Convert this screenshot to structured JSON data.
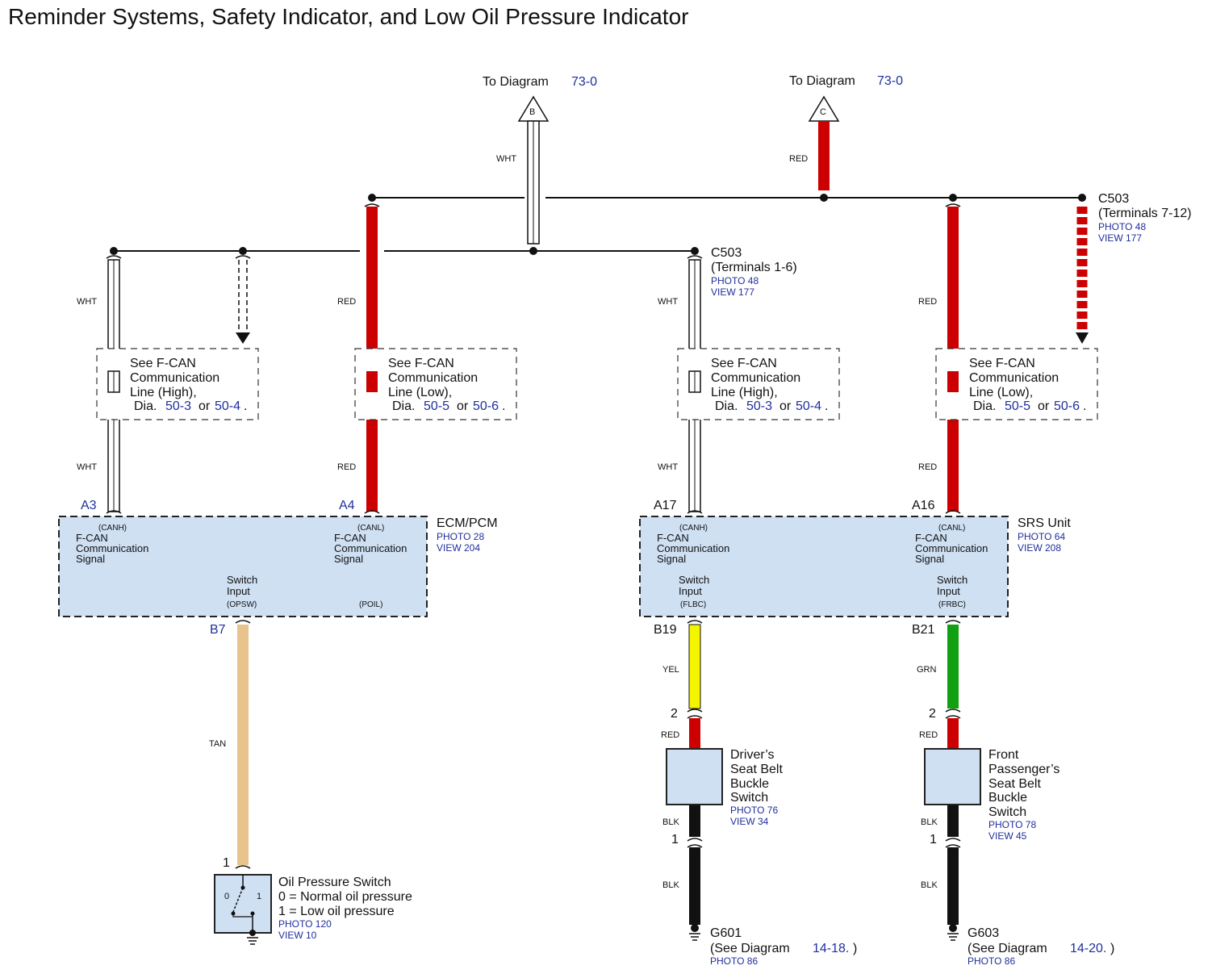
{
  "title": "Reminder Systems, Safety Indicator, and Low Oil Pressure Indicator",
  "to_diagram": [
    {
      "prefix": "To  Diagram",
      "ref": "73-0",
      "arrow": "B"
    },
    {
      "prefix": "To  Diagram",
      "ref": "73-0",
      "arrow": "C"
    }
  ],
  "connectors": {
    "c503_a": {
      "name": "C503",
      "terminals": "(Terminals 7-12)",
      "photo": "PHOTO 48",
      "view": "VIEW 177"
    },
    "c503_b": {
      "name": "C503",
      "terminals": "(Terminals 1-6)",
      "photo": "PHOTO 48",
      "view": "VIEW 177"
    }
  },
  "wire_labels": {
    "wht": "WHT",
    "red": "RED",
    "tan": "TAN",
    "yel": "YEL",
    "grn": "GRN",
    "blk": "BLK"
  },
  "notes": [
    {
      "l1": "See F-CAN",
      "l2": "Communication",
      "l3": "Line (High),",
      "dia": "Dia.",
      "ref1": "50-3",
      "or": "or",
      "ref2": "50-4",
      "dot": "."
    },
    {
      "l1": "See F-CAN",
      "l2": "Communication",
      "l3": "Line (Low),",
      "dia": "Dia.",
      "ref1": "50-5",
      "or": "or",
      "ref2": "50-6",
      "dot": "."
    },
    {
      "l1": "See F-CAN",
      "l2": "Communication",
      "l3": "Line (High),",
      "dia": "Dia.",
      "ref1": "50-3",
      "or": "or",
      "ref2": "50-4",
      "dot": "."
    },
    {
      "l1": "See F-CAN",
      "l2": "Communication",
      "l3": "Line (Low),",
      "dia": "Dia.",
      "ref1": "50-5",
      "or": "or",
      "ref2": "50-6",
      "dot": "."
    }
  ],
  "ecm": {
    "name": "ECM/PCM",
    "photo": "PHOTO 28",
    "view": "VIEW 204",
    "pin_a3": "A3",
    "pin_a4": "A4",
    "pin_b7": "B7",
    "canh": "(CANH)",
    "canl": "(CANL)",
    "sig_l1": "F-CAN",
    "sig_l2": "Communication",
    "sig_l3": "Signal",
    "sw_l1": "Switch",
    "sw_l2": "Input",
    "opsw": "(OPSW)",
    "poil": "(POIL)"
  },
  "srs": {
    "name": "SRS Unit",
    "photo": "PHOTO 64",
    "view": "VIEW 208",
    "pin_a17": "A17",
    "pin_a16": "A16",
    "pin_b19": "B19",
    "pin_b21": "B21",
    "canh": "(CANH)",
    "canl": "(CANL)",
    "sig_l1": "F-CAN",
    "sig_l2": "Communication",
    "sig_l3": "Signal",
    "sw_l1": "Switch",
    "sw_l2": "Input",
    "flbc": "(FLBC)",
    "frbc": "(FRBC)"
  },
  "oil_switch": {
    "pin": "1",
    "name": "Oil Pressure Switch",
    "line1": "0 = Normal oil pressure",
    "line2": "1 = Low oil pressure",
    "photo": "PHOTO 120",
    "view": "VIEW 10",
    "pos0": "0",
    "pos1": "1"
  },
  "driver_switch": {
    "pin_top": "2",
    "pin_bottom": "1",
    "l1": "Driver’s",
    "l2": "Seat Belt",
    "l3": "Buckle",
    "l4": "Switch",
    "photo": "PHOTO 76",
    "view": "VIEW 34"
  },
  "passenger_switch": {
    "pin_top": "2",
    "pin_bottom": "1",
    "l1": "Front",
    "l2": "Passenger’s",
    "l3": "Seat Belt",
    "l4": "Buckle",
    "l5": "Switch",
    "photo": "PHOTO 78",
    "view": "VIEW 45"
  },
  "grounds": [
    {
      "name": "G601",
      "see": "(See   Diagram",
      "ref": "14-18.",
      "close": ")",
      "photo": "PHOTO 86"
    },
    {
      "name": "G603",
      "see": "(See   Diagram",
      "ref": "14-20.",
      "close": ")",
      "photo": "PHOTO 86"
    }
  ],
  "colors": {
    "wht": "#ffffff",
    "red": "#cc0000",
    "tan": "#e8c48c",
    "yel": "#f5f500",
    "grn": "#11a011",
    "blk": "#111111",
    "box": "#cfe0f3",
    "link": "#1f2f9c"
  }
}
